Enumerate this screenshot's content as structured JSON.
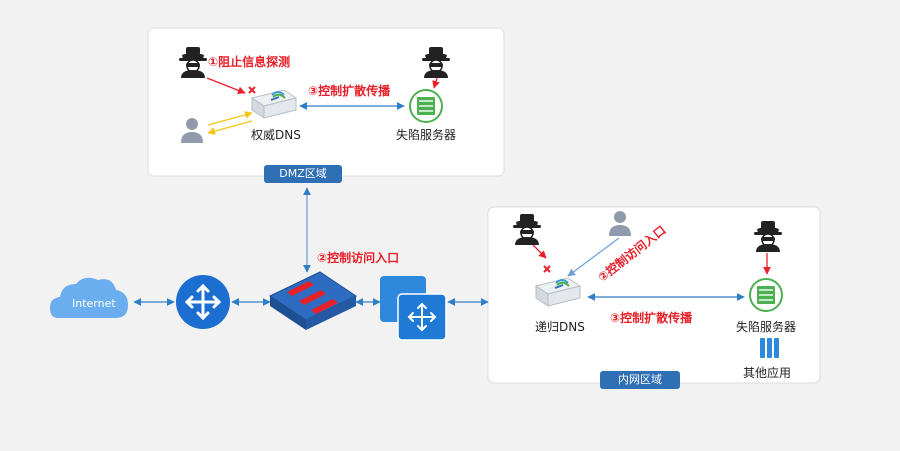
{
  "zones": {
    "dmz": "DMZ区域",
    "intranet": "内网区域"
  },
  "nodes": {
    "internet": "Internet",
    "authoritative_dns": "权威DNS",
    "recursive_dns": "递归DNS",
    "honeypot_dmz": "失陷服务器",
    "honeypot_intranet": "失陷服务器",
    "other_apps": "其他应用"
  },
  "annotations": {
    "block_probe": "①阻止信息探测",
    "control_spread_dmz": "③控制扩散传播",
    "control_access_entry": "②控制访问入口",
    "control_access_entry_intranet": "②控制访问入口",
    "control_spread_intranet": "③控制扩散传播"
  },
  "colors": {
    "zone_tag": "#2e6fb5",
    "annotation_red": "#e8202a",
    "link_blue": "#2f7ec8",
    "traffic_yellow": "#f5c518",
    "firewall_blue": "#2d6cc0",
    "honeypot_green": "#4caf50"
  },
  "icons": [
    "hacker-icon",
    "user-icon",
    "dns-server-icon",
    "honeypot-server-icon",
    "cloud-icon",
    "router-icon",
    "firewall-icon",
    "switch-icon",
    "app-icon",
    "block-x-icon"
  ]
}
